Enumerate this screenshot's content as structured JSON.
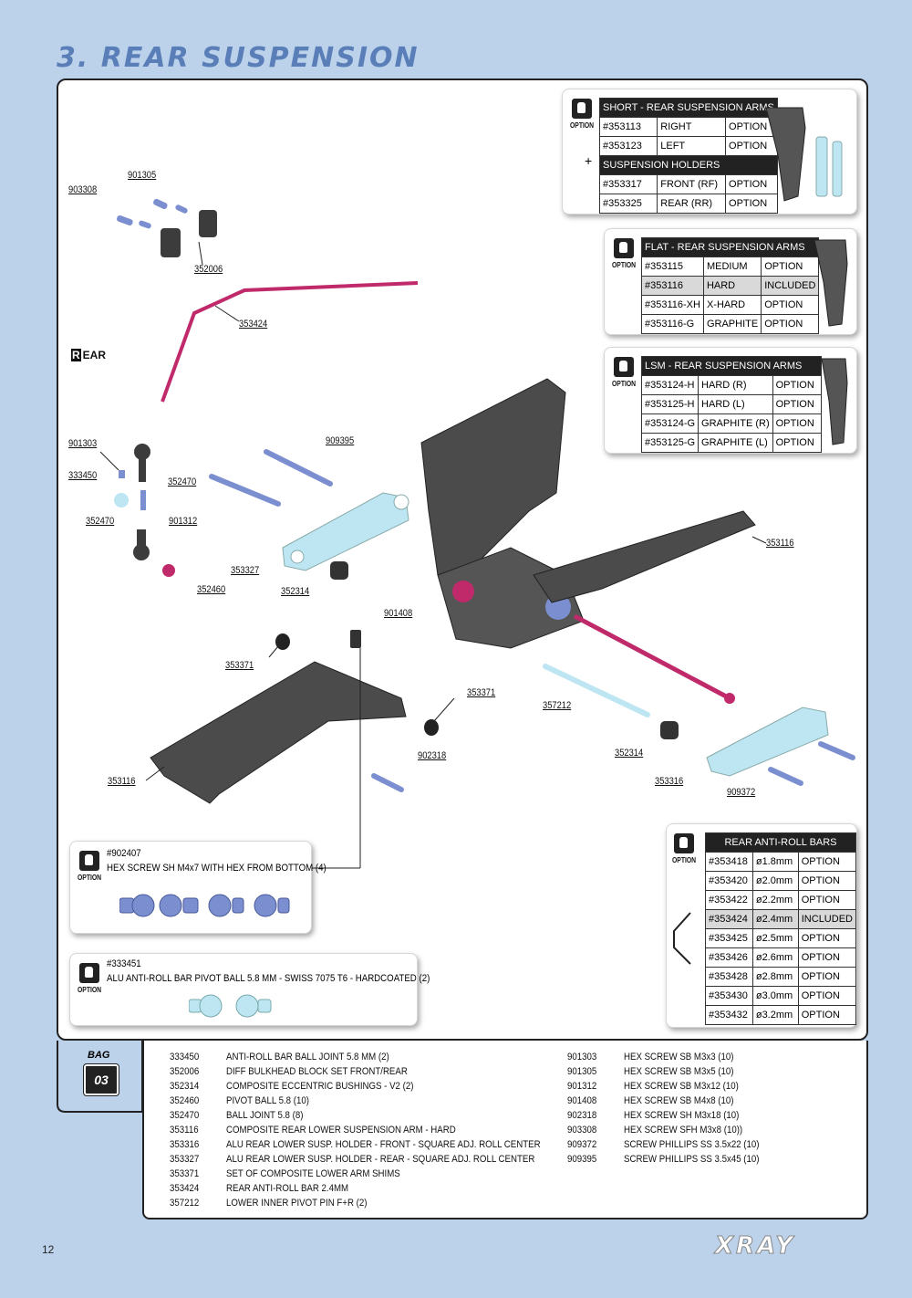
{
  "page_title": "3. REAR SUSPENSION",
  "rear_label": "REAR",
  "rear_label_initial": "R",
  "rear_label_rest": "EAR",
  "page_number": "12",
  "brand": "XRAY",
  "option_word": "OPTION",
  "part_labels": {
    "p903308": "903308",
    "p901305": "901305",
    "p352006": "352006",
    "p353424": "353424",
    "p901303": "901303",
    "p333450": "333450",
    "p352470a": "352470",
    "p352470b": "352470",
    "p901312": "901312",
    "p352460": "352460",
    "p909395": "909395",
    "p353327": "353327",
    "p352314a": "352314",
    "p353116a": "353116",
    "p901408": "901408",
    "p353371a": "353371",
    "p353371b": "353371",
    "p902318": "902318",
    "p353116b": "353116",
    "p357212": "357212",
    "p352314b": "352314",
    "p353316": "353316",
    "p909372": "909372"
  },
  "short_table": {
    "rows": [
      {
        "c1": "SHORT - REAR SUSPENSION ARMS",
        "header": true
      },
      {
        "c1": "#353113",
        "c2": "RIGHT",
        "c3": "OPTION"
      },
      {
        "c1": "#353123",
        "c2": "LEFT",
        "c3": "OPTION"
      },
      {
        "c1": "SUSPENSION HOLDERS",
        "header": true
      },
      {
        "c1": "#353317",
        "c2": "FRONT (RF)",
        "c3": "OPTION"
      },
      {
        "c1": "#353325",
        "c2": "REAR (RR)",
        "c3": "OPTION"
      }
    ],
    "plus": "+"
  },
  "flat_table": {
    "header": "FLAT - REAR SUSPENSION ARMS",
    "rows": [
      {
        "c1": "#353115",
        "c2": "MEDIUM",
        "c3": "OPTION"
      },
      {
        "c1": "#353116",
        "c2": "HARD",
        "c3": "INCLUDED"
      },
      {
        "c1": "#353116-XH",
        "c2": "X-HARD",
        "c3": "OPTION"
      },
      {
        "c1": "#353116-G",
        "c2": "GRAPHITE",
        "c3": "OPTION"
      }
    ]
  },
  "lsm_table": {
    "header": "LSM - REAR SUSPENSION ARMS",
    "rows": [
      {
        "c1": "#353124-H",
        "c2": "HARD (R)",
        "c3": "OPTION"
      },
      {
        "c1": "#353125-H",
        "c2": "HARD (L)",
        "c3": "OPTION"
      },
      {
        "c1": "#353124-G",
        "c2": "GRAPHITE (R)",
        "c3": "OPTION"
      },
      {
        "c1": "#353125-G",
        "c2": "GRAPHITE (L)",
        "c3": "OPTION"
      }
    ]
  },
  "arb_table": {
    "header": "REAR ANTI-ROLL BARS",
    "rows": [
      {
        "c1": "#353418",
        "c2": "ø1.8mm",
        "c3": "OPTION"
      },
      {
        "c1": "#353420",
        "c2": "ø2.0mm",
        "c3": "OPTION"
      },
      {
        "c1": "#353422",
        "c2": "ø2.2mm",
        "c3": "OPTION"
      },
      {
        "c1": "#353424",
        "c2": "ø2.4mm",
        "c3": "INCLUDED"
      },
      {
        "c1": "#353425",
        "c2": "ø2.5mm",
        "c3": "OPTION"
      },
      {
        "c1": "#353426",
        "c2": "ø2.6mm",
        "c3": "OPTION"
      },
      {
        "c1": "#353428",
        "c2": "ø2.8mm",
        "c3": "OPTION"
      },
      {
        "c1": "#353430",
        "c2": "ø3.0mm",
        "c3": "OPTION"
      },
      {
        "c1": "#353432",
        "c2": "ø3.2mm",
        "c3": "OPTION"
      }
    ]
  },
  "option_902407": {
    "code": "#902407",
    "desc": "HEX SCREW SH M4x7 WITH HEX FROM BOTTOM  (4)"
  },
  "option_333451": {
    "code": "#333451",
    "desc": "ALU ANTI-ROLL BAR PIVOT BALL 5.8 MM - SWISS 7075 T6 - HARDCOATED (2)"
  },
  "bag": {
    "label": "BAG",
    "number": "03"
  },
  "parts_left": [
    {
      "code": "333450",
      "desc": "ANTI-ROLL BAR BALL JOINT 5.8 MM (2)"
    },
    {
      "code": "352006",
      "desc": "DIFF BULKHEAD BLOCK SET FRONT/REAR"
    },
    {
      "code": "352314",
      "desc": "COMPOSITE ECCENTRIC BUSHINGS - V2 (2)"
    },
    {
      "code": "352460",
      "desc": "PIVOT BALL 5.8 (10)"
    },
    {
      "code": "352470",
      "desc": "BALL JOINT 5.8 (8)"
    },
    {
      "code": "353116",
      "desc": "COMPOSITE REAR LOWER SUSPENSION ARM - HARD"
    },
    {
      "code": "353316",
      "desc": "ALU REAR LOWER SUSP. HOLDER - FRONT - SQUARE ADJ. ROLL CENTER"
    },
    {
      "code": "353327",
      "desc": "ALU REAR LOWER SUSP. HOLDER - REAR - SQUARE ADJ. ROLL CENTER"
    },
    {
      "code": "353371",
      "desc": "SET OF COMPOSITE LOWER ARM SHIMS"
    },
    {
      "code": "353424",
      "desc": "REAR ANTI-ROLL BAR 2.4MM"
    },
    {
      "code": "357212",
      "desc": "LOWER INNER PIVOT PIN F+R  (2)"
    }
  ],
  "parts_right": [
    {
      "code": "901303",
      "desc": "HEX SCREW  SB M3x3  (10)"
    },
    {
      "code": "901305",
      "desc": "HEX SCREW  SB M3x5  (10)"
    },
    {
      "code": "901312",
      "desc": "HEX SCREW  SB M3x12  (10)"
    },
    {
      "code": "901408",
      "desc": "HEX SCREW  SB M4x8  (10)"
    },
    {
      "code": "902318",
      "desc": "HEX SCREW  SH M3x18  (10)"
    },
    {
      "code": "903308",
      "desc": "HEX SCREW  SFH M3x8  (10))"
    },
    {
      "code": "909372",
      "desc": "SCREW PHILLIPS SS 3.5x22  (10)"
    },
    {
      "code": "909395",
      "desc": "SCREW PHILLIPS SS 3.5x45  (10)"
    }
  ],
  "colors": {
    "background": "#bcd2ea",
    "title": "#5a7fb8",
    "part_dark": "#444444",
    "part_blue": "#7b8fd0",
    "part_magenta": "#c02a6a",
    "part_light_blue": "#bde6f2"
  }
}
